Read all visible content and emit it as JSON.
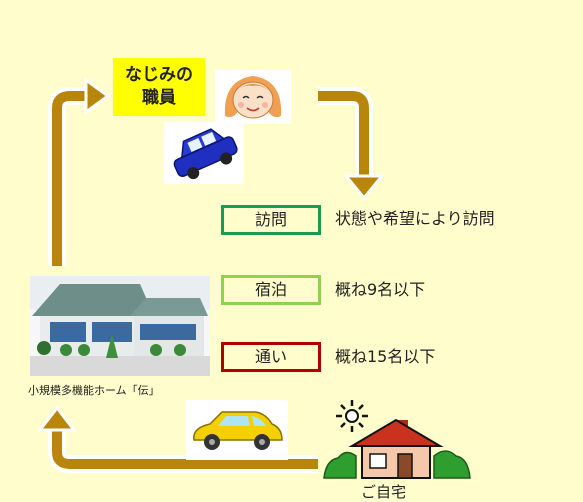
{
  "staff": {
    "label_line1": "なじみの",
    "label_line2": "職員",
    "person_icon": "smiling-staff-icon"
  },
  "services": [
    {
      "label": "訪問",
      "description": "状態や希望により訪問",
      "color": "#1a9a50"
    },
    {
      "label": "宿泊",
      "description": "概ね9名以下",
      "color": "#92d050"
    },
    {
      "label": "通い",
      "description": "概ね15名以下",
      "color": "#b00000"
    }
  ],
  "facility": {
    "caption": "小規模多機能ホーム「伝」",
    "image_icon": "care-facility-building-icon"
  },
  "home": {
    "caption": "ご自宅",
    "image_icon": "house-icon"
  },
  "vehicles": [
    "blue-car-icon",
    "yellow-car-icon"
  ],
  "colors": {
    "background": "#fffdcc",
    "arrow_fill": "#b8860b",
    "arrow_outline": "#ffffff",
    "label_highlight": "#ffff00"
  }
}
